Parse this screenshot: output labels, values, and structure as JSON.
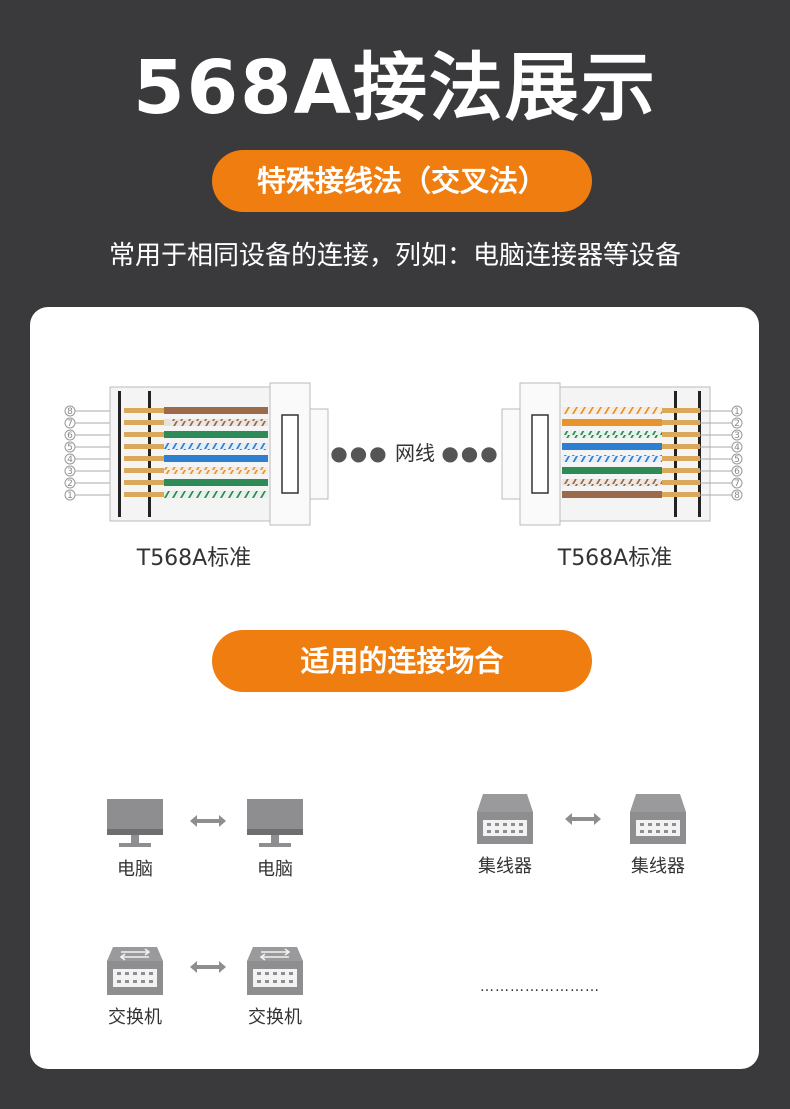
{
  "title": "568A接法展示",
  "badge_top": "特殊接线法（交叉法）",
  "subtitle": "常用于相同设备的连接，列如：电脑连接器等设备",
  "diagram": {
    "left_label": "T568A标准",
    "right_label": "T568A标准",
    "cable_label": "网线",
    "left_pins": [
      "8",
      "7",
      "6",
      "5",
      "4",
      "3",
      "2",
      "1"
    ],
    "right_pins": [
      "1",
      "2",
      "3",
      "4",
      "5",
      "6",
      "7",
      "8"
    ]
  },
  "badge_mid": "适用的连接场合",
  "devices": {
    "pc_left": "电脑",
    "pc_right": "电脑",
    "hub_left": "集线器",
    "hub_right": "集线器",
    "switch_left": "交换机",
    "switch_right": "交换机",
    "more": "……………………"
  },
  "colors": {
    "accent": "#ef7d10",
    "background": "#3a3a3c",
    "wire_orange": "#e8932b",
    "wire_green": "#2e8b57",
    "wire_blue": "#2f7fd0",
    "wire_brown": "#9a6a4a"
  }
}
